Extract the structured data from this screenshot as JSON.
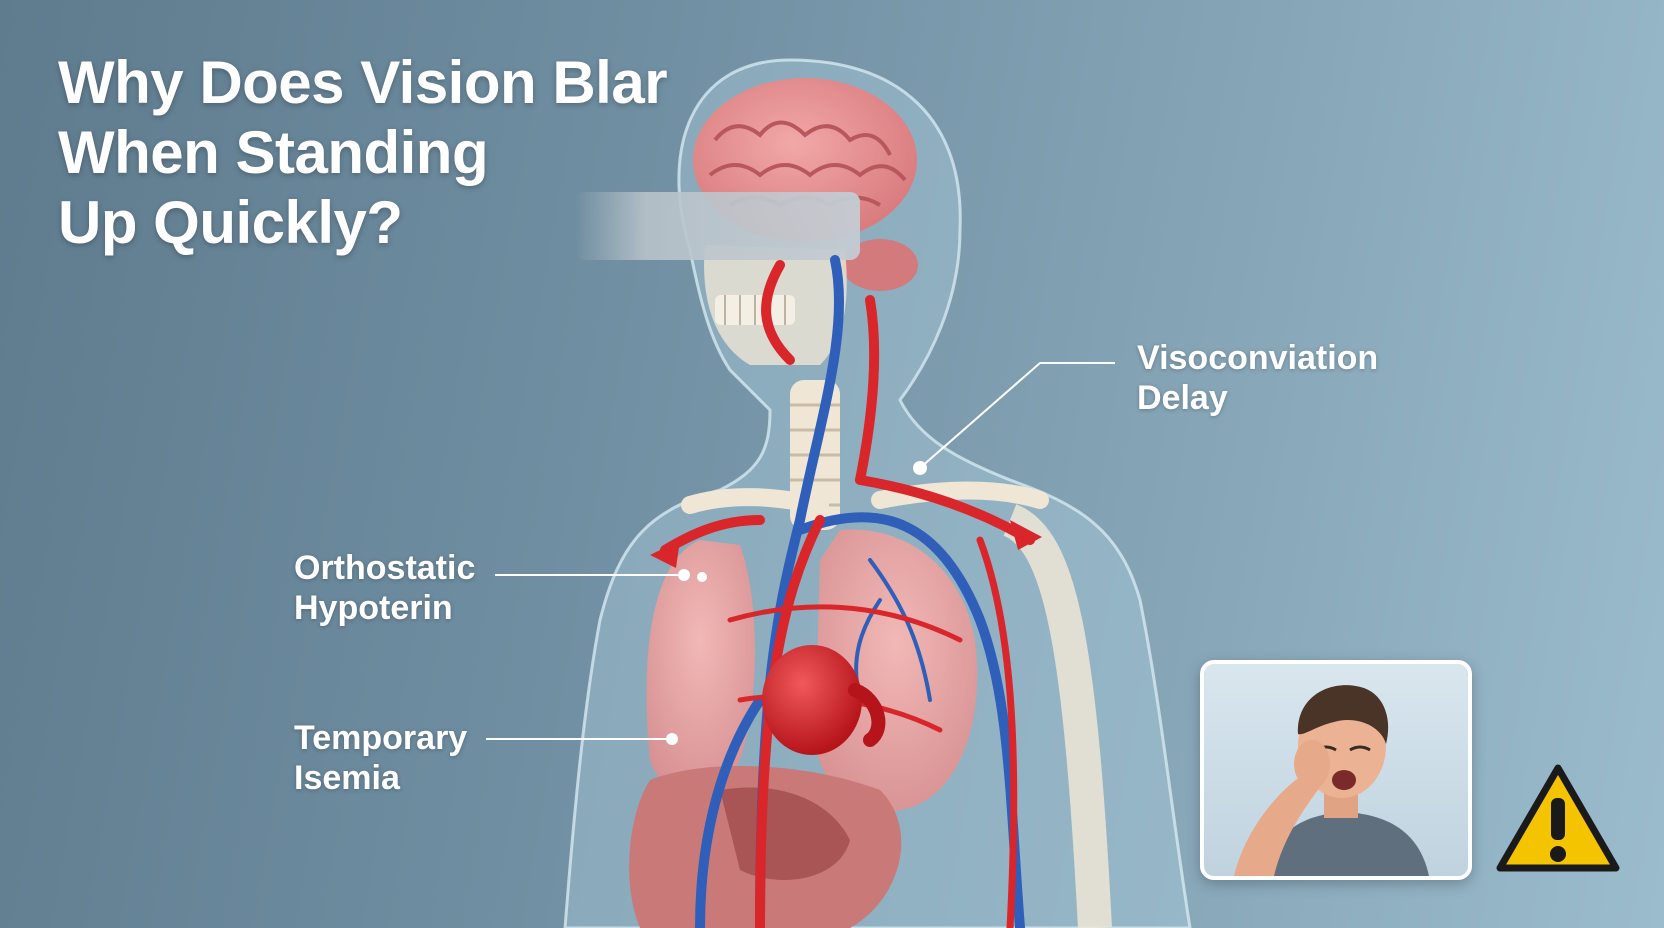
{
  "title": {
    "line1": "Why Does Vision Blar",
    "line2": "When Standing",
    "line3": "Up Quickly?"
  },
  "labels": {
    "visual": {
      "line1": "Visoconviation",
      "line2": "Delay"
    },
    "orthostatic": {
      "line1": "Orthostatic",
      "line2": "Hypoterin"
    },
    "temporary": {
      "line1": "Temporary",
      "line2": "Isemia"
    }
  },
  "colors": {
    "artery": "#d9262b",
    "vein": "#2f5fb8",
    "organ": "#e6a3a3",
    "warning": "#f5c400"
  },
  "icons": [
    "warning-icon"
  ]
}
